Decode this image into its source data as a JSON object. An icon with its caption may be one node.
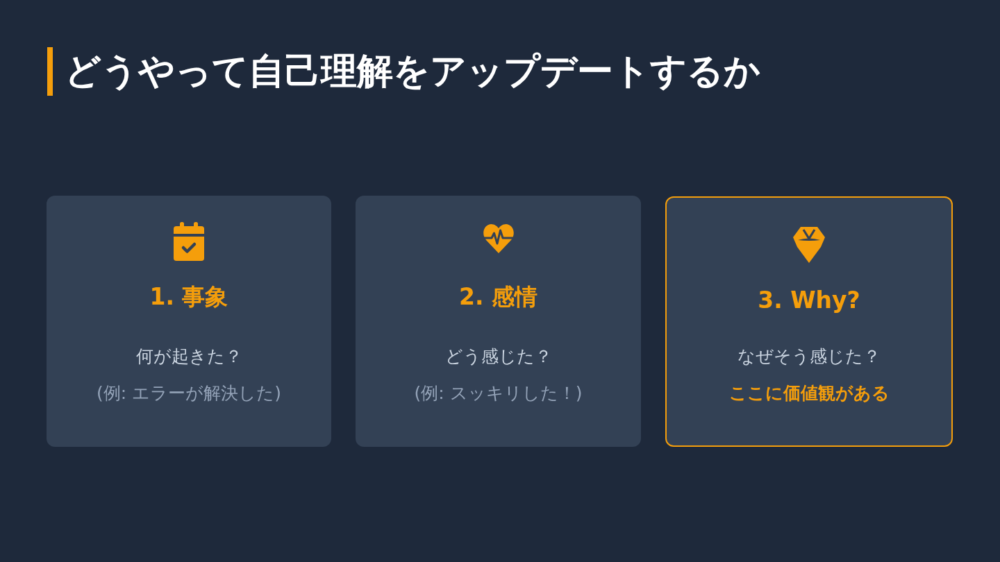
{
  "diagram": {
    "title": "どうやって自己理解をアップデートするか",
    "nodes": [
      {
        "text": [
          "1. 事象",
          "何が起きた？",
          "(例: エラーが解決した)"
        ]
      },
      {
        "text": [
          "2. 感情",
          "どう感じた？",
          "(例: スッキリした！)"
        ]
      },
      {
        "text": [
          "3. Why?",
          "なぜそう感じた？",
          "ここに価値観がある"
        ]
      }
    ]
  }
}
